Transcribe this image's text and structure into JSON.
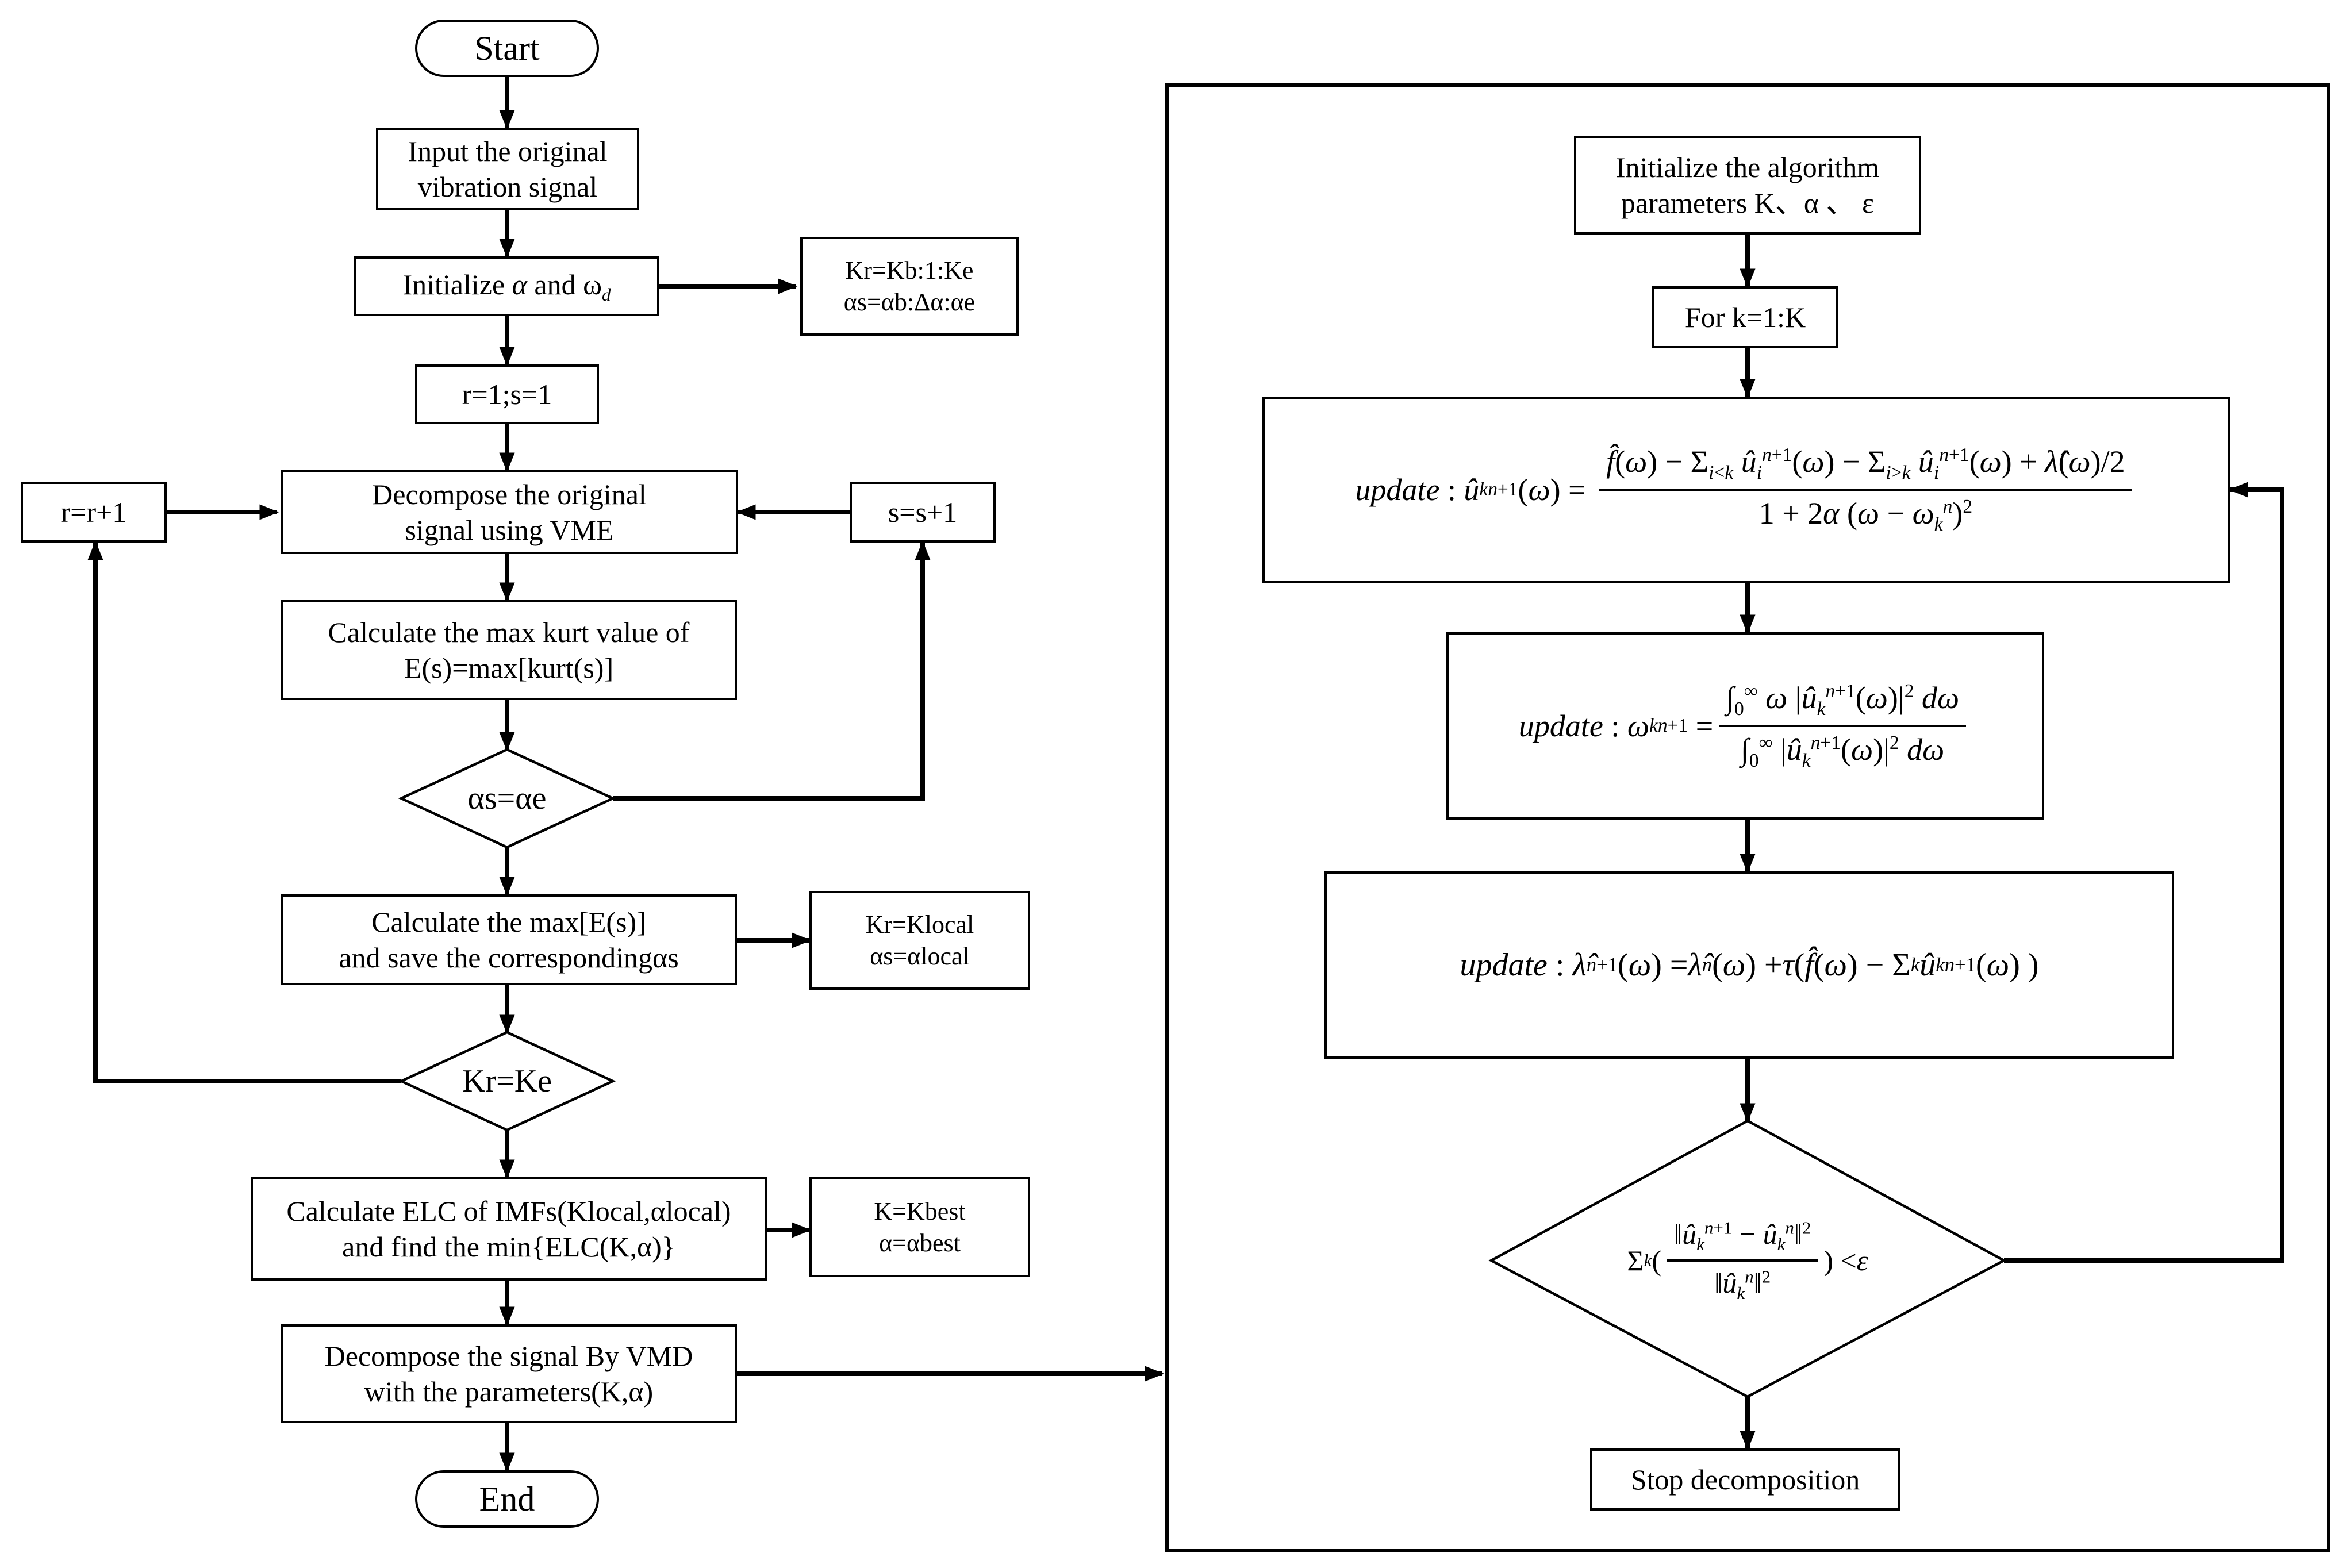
{
  "nodes": {
    "start": "Start",
    "input_line1": "Input the original",
    "input_line2": "vibration signal",
    "init_alpha_prefix": "Initialize ",
    "init_alpha_alpha": "α",
    "init_alpha_and": " and ",
    "init_alpha_omega": "ω",
    "init_alpha_sub": "d",
    "range_k": "Kr=Kb:1:Ke",
    "range_alpha": "αs=αb:Δα:αe",
    "rs_init": "r=1;s=1",
    "r_inc": "r=r+1",
    "s_inc": "s=s+1",
    "decompose_vme_line1": "Decompose the original",
    "decompose_vme_line2": "signal using VME",
    "kurt_line1": "Calculate the max kurt value of",
    "kurt_line2": "E(s)=max[kurt(s)]",
    "cond_alpha": "αs=αe",
    "max_e_line1": "Calculate the max[E(s)]",
    "max_e_line2": "and save the correspondingαs",
    "local_k": "Kr=Klocal",
    "local_alpha": "αs=αlocal",
    "cond_k": "Kr=Ke",
    "elc_line1": "Calculate ELC of IMFs(Klocal,αlocal)",
    "elc_line2": "and find the min{ELC(K,α)}",
    "best_k": "K=Kbest",
    "best_alpha": "α=αbest",
    "vmd_line1": "Decompose the signal By VMD",
    "vmd_line2": "with the parameters(K,α)",
    "end": "End",
    "init_params_line1": "Initialize the algorithm",
    "init_params_line2": "parameters K、α 、 ε",
    "for_k": "For k=1:K",
    "stop": "Stop decomposition"
  },
  "formulas": {
    "update_u": "update : û_k^{n+1}(ω) = [ f̂(ω) − Σ_{i<k} û_i^{n+1}(ω) − Σ_{i>k} û_i^{n+1}(ω) + λ̂(ω)/2 ] / [ 1 + 2α(ω − ω_k^n)^2 ]",
    "update_omega": "update : ω_k^{n+1} = ∫_0^∞ ω |û_k^{n+1}(ω)|^2 dω / ∫_0^∞ |û_k^{n+1}(ω)|^2 dω",
    "update_lambda": "update : λ̂^{n+1}(ω) = λ̂^n(ω) + τ( f̂(ω) − Σ_k û_k^{n+1}(ω) )",
    "stop_condition": "Σ_k ( ||û_k^{n+1} − û_k^n||^2 / ||û_k^n||^2 ) < ε"
  }
}
